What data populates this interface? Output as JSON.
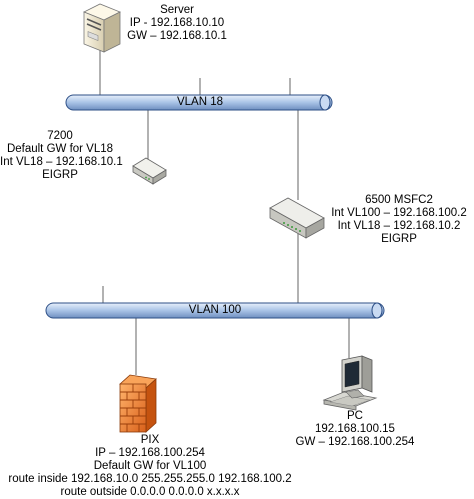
{
  "buses": {
    "vlan18": "VLAN 18",
    "vlan100": "VLAN 100"
  },
  "server": {
    "icon": "server-tower-icon",
    "name": "Server",
    "ip": "IP - 192.168.10.10",
    "gw": "GW – 192.168.10.1"
  },
  "router7200": {
    "icon": "router-icon",
    "name": "7200",
    "role": "Default GW for VL18",
    "intf": "Int VL18 – 192.168.10.1",
    "protocol": "EIGRP"
  },
  "msfc": {
    "icon": "layer3-switch-icon",
    "name": "6500 MSFC2",
    "intf100": "Int VL100 – 192.168.100.2",
    "intf18": "Int VL18 – 192.168.10.2",
    "protocol": "EIGRP"
  },
  "pix": {
    "icon": "firewall-icon",
    "name": "PIX",
    "ip": "IP – 192.168.100.254",
    "role": "Default GW for VL100",
    "route_inside": "route inside 192.168.10.0 255.255.255.0 192.168.100.2",
    "route_outside": "route outside 0.0.0.0 0.0.0.0 x.x.x.x"
  },
  "pc": {
    "icon": "desktop-pc-icon",
    "name": "PC",
    "ip": "192.168.100.15",
    "gw": "GW – 192.168.100.254"
  },
  "colors": {
    "bus_fill": "#a9c3e6",
    "bus_stroke": "#2d4f86",
    "firewall": "#ef7d2c",
    "line": "#555555"
  }
}
